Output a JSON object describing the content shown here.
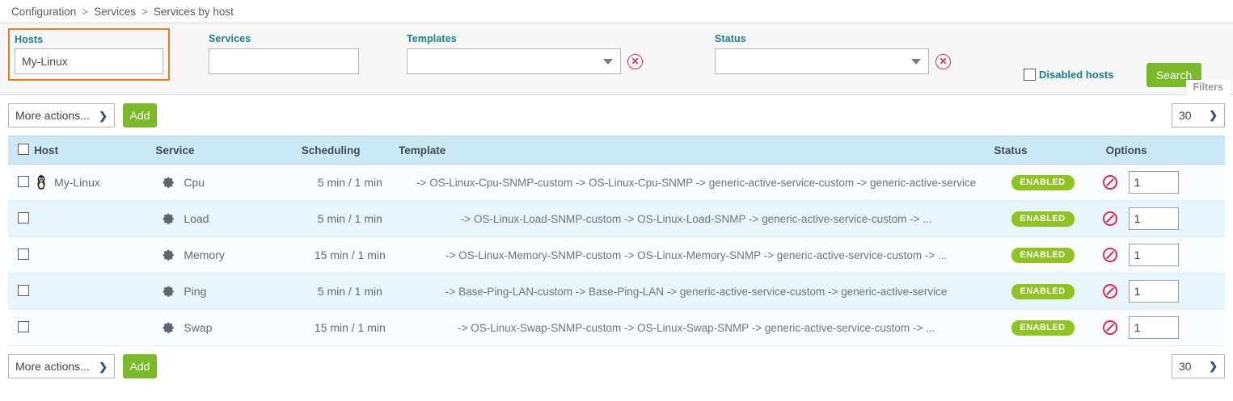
{
  "breadcrumb": {
    "items": [
      "Configuration",
      "Services",
      "Services by host"
    ],
    "separator": ">"
  },
  "filters": {
    "hosts": {
      "label": "Hosts",
      "value": "My-Linux",
      "placeholder": ""
    },
    "services": {
      "label": "Services",
      "value": "",
      "placeholder": ""
    },
    "templates": {
      "label": "Templates",
      "value": "",
      "clear_icon": "clear-circle-icon"
    },
    "status": {
      "label": "Status",
      "value": "",
      "clear_icon": "clear-circle-icon"
    },
    "disabled_hosts": {
      "label": "Disabled hosts",
      "checked": false
    },
    "search_button": "Search",
    "panel_tab": "Filters",
    "accent_orange": "#ef7c1a",
    "label_color": "#17818e",
    "green": "#7ab929"
  },
  "toolbar_top": {
    "more_actions": "More actions...",
    "add_label": "Add",
    "page_size": "30"
  },
  "toolbar_bottom": {
    "more_actions": "More actions...",
    "add_label": "Add",
    "page_size": "30"
  },
  "table": {
    "columns": [
      "Host",
      "Service",
      "Scheduling",
      "Template",
      "Status",
      "Options"
    ],
    "select_all_checked": false,
    "rows": [
      {
        "checked": false,
        "host": "My-Linux",
        "host_icon": "tux-linux-icon",
        "service": "Cpu",
        "service_icon": "gear-icon",
        "scheduling": "5 min / 1 min",
        "template": "-> OS-Linux-Cpu-SNMP-custom -> OS-Linux-Cpu-SNMP -> generic-active-service-custom -> generic-active-service",
        "status": "ENABLED",
        "deny_icon": "disable-icon",
        "quantity": "1"
      },
      {
        "checked": false,
        "host": "",
        "host_icon": "",
        "service": "Load",
        "service_icon": "gear-icon",
        "scheduling": "5 min / 1 min",
        "template": "-> OS-Linux-Load-SNMP-custom -> OS-Linux-Load-SNMP -> generic-active-service-custom -> ...",
        "status": "ENABLED",
        "deny_icon": "disable-icon",
        "quantity": "1"
      },
      {
        "checked": false,
        "host": "",
        "host_icon": "",
        "service": "Memory",
        "service_icon": "gear-icon",
        "scheduling": "15 min / 1 min",
        "template": "-> OS-Linux-Memory-SNMP-custom -> OS-Linux-Memory-SNMP -> generic-active-service-custom -> ...",
        "status": "ENABLED",
        "deny_icon": "disable-icon",
        "quantity": "1"
      },
      {
        "checked": false,
        "host": "",
        "host_icon": "",
        "service": "Ping",
        "service_icon": "gear-icon",
        "scheduling": "5 min / 1 min",
        "template": "-> Base-Ping-LAN-custom -> Base-Ping-LAN -> generic-active-service-custom -> generic-active-service",
        "status": "ENABLED",
        "deny_icon": "disable-icon",
        "quantity": "1"
      },
      {
        "checked": false,
        "host": "",
        "host_icon": "",
        "service": "Swap",
        "service_icon": "gear-icon",
        "scheduling": "15 min / 1 min",
        "template": "-> OS-Linux-Swap-SNMP-custom -> OS-Linux-Swap-SNMP -> generic-active-service-custom -> ...",
        "status": "ENABLED",
        "deny_icon": "disable-icon",
        "quantity": "1"
      }
    ]
  }
}
